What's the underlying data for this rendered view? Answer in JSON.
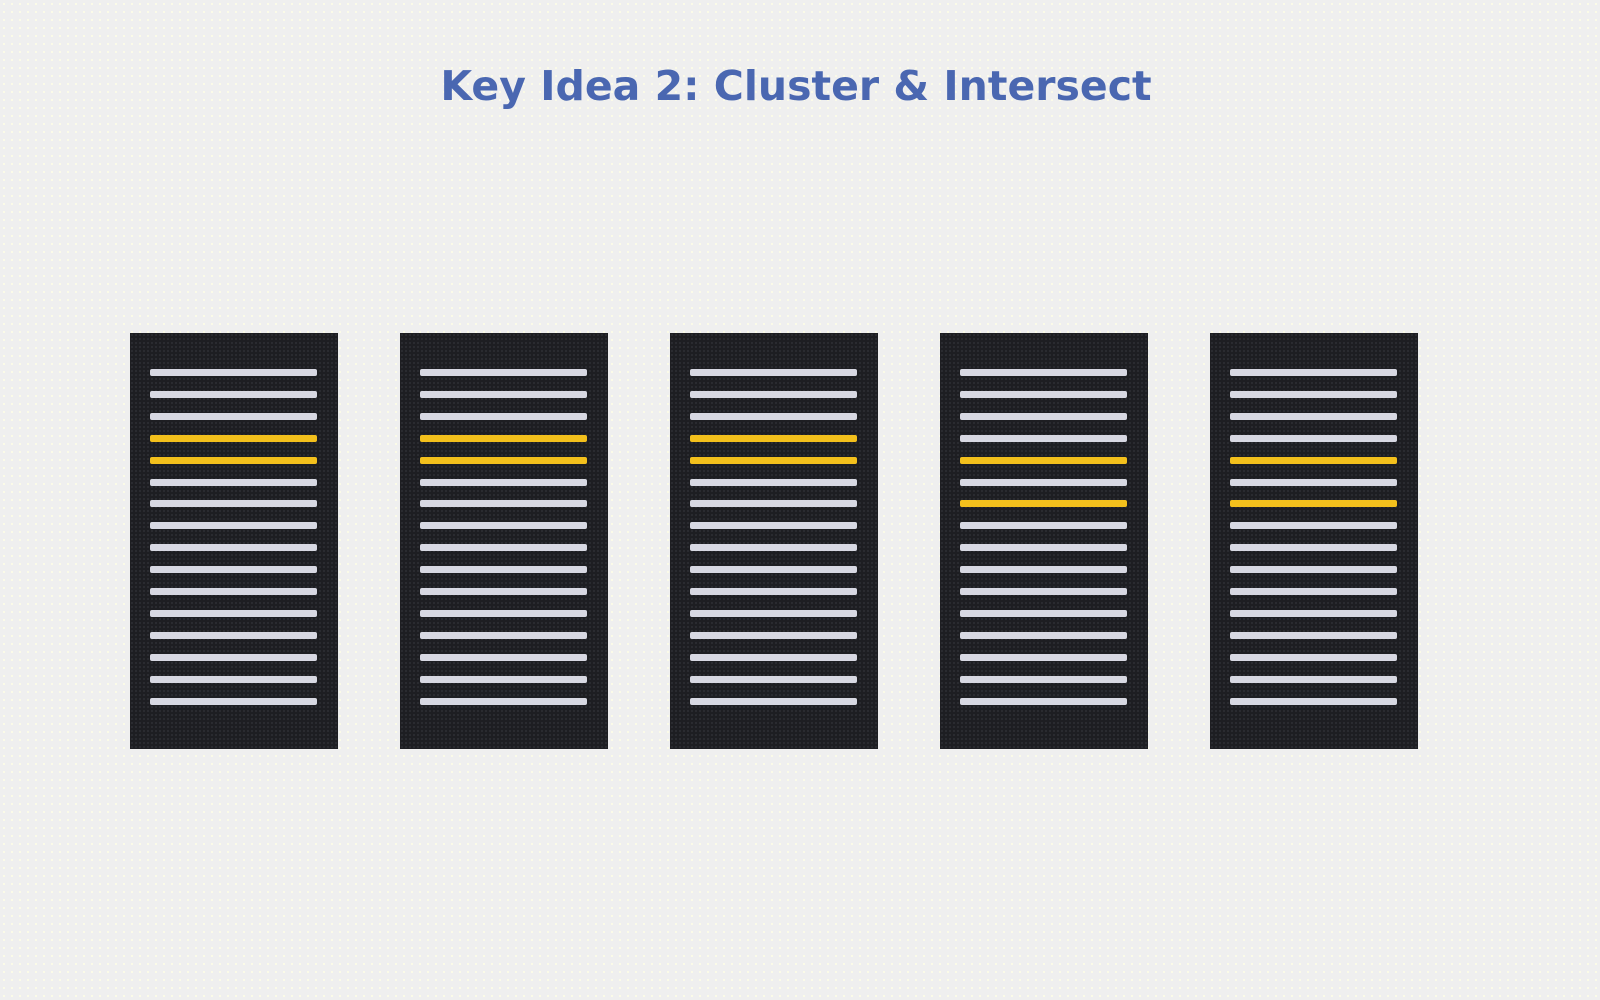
{
  "title": "Key Idea 2: Cluster & Intersect",
  "colors": {
    "title": "#4a67b1",
    "panel": "#1d1e22",
    "row": "#d7d8e2",
    "highlight": "#f3c01c"
  },
  "rows_per_panel": 16,
  "panels": [
    {
      "highlighted_rows": [
        4,
        5
      ]
    },
    {
      "highlighted_rows": [
        4,
        5
      ]
    },
    {
      "highlighted_rows": [
        4,
        5
      ]
    },
    {
      "highlighted_rows": [
        5,
        7
      ]
    },
    {
      "highlighted_rows": [
        5,
        7
      ]
    }
  ]
}
